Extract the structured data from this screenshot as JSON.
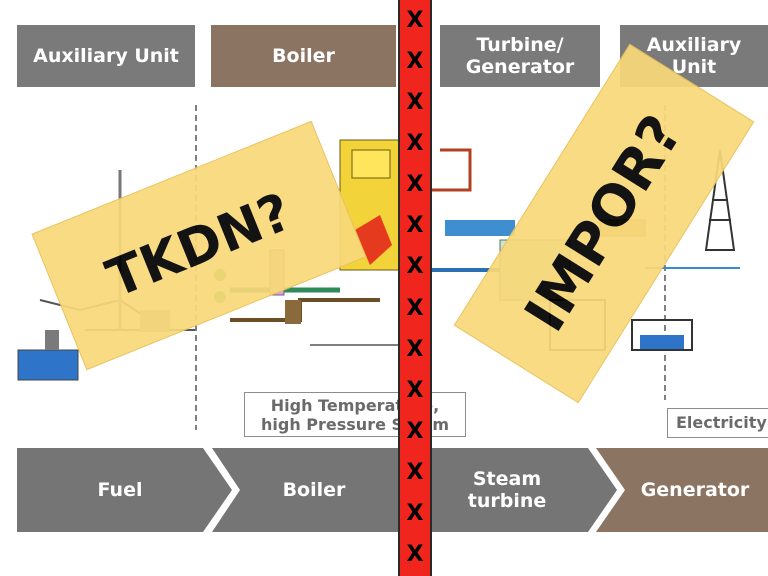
{
  "header": {
    "auxiliary_left": "Auxiliary Unit",
    "boiler": "Boiler",
    "turbine_line1": "Turbine/",
    "turbine_line2": "Generator",
    "auxiliary_right_line1": "Auxiliary",
    "auxiliary_right_line2": "Unit"
  },
  "process_steps": [
    {
      "label_line1": "Fuel",
      "label_line2": ""
    },
    {
      "label_line1": "Boiler",
      "label_line2": ""
    },
    {
      "label_line1": "Steam",
      "label_line2": "turbine"
    },
    {
      "label_line1": "Generator",
      "label_line2": ""
    }
  ],
  "notes": {
    "steam_line1": "High Temperature,",
    "steam_line2": "high Pressure Steam",
    "electricity": "Electricity"
  },
  "stickers": {
    "left": "TKDN?",
    "right": "IMPOR?"
  },
  "divider": {
    "mark": "X",
    "count": 14
  },
  "colors": {
    "header_gray": "#7a7a7a",
    "header_brown": "#8c7463",
    "sticker_yellow": "#f9d979",
    "divider_red": "#f0261e"
  }
}
